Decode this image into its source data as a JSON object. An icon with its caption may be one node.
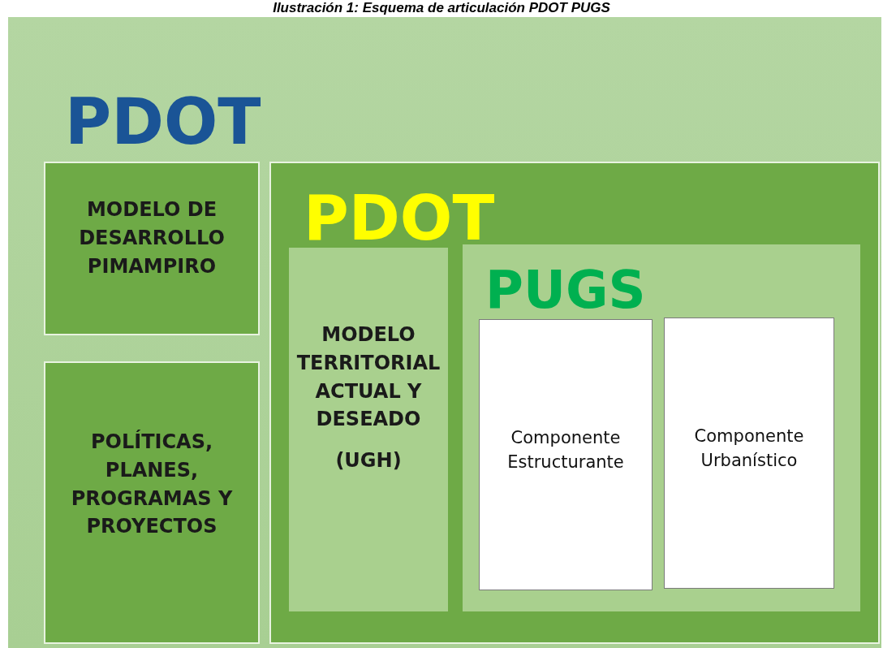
{
  "diagram": {
    "title": "Ilustración 1: Esquema de articulación PDOT PUGS",
    "nodes": [
      {
        "text": [
          "PDOT"
        ]
      },
      {
        "text": [
          "MODELO DE DESARROLLO PIMAMPIRO"
        ],
        "in": 0
      },
      {
        "text": [
          "POLÍTICAS, PLANES, PROGRAMAS Y PROYECTOS"
        ],
        "in": 0
      },
      {
        "text": [
          "PDOT"
        ],
        "in": 0
      },
      {
        "text": [
          "MODELO TERRITORIAL ACTUAL Y DESEADO",
          "(UGH)"
        ],
        "in": 3
      },
      {
        "text": [
          "PUGS"
        ],
        "in": 3
      },
      {
        "text": [
          "Componente Estructurante"
        ],
        "in": 5
      },
      {
        "text": [
          "Componente Urbanístico"
        ],
        "in": 5
      }
    ]
  }
}
